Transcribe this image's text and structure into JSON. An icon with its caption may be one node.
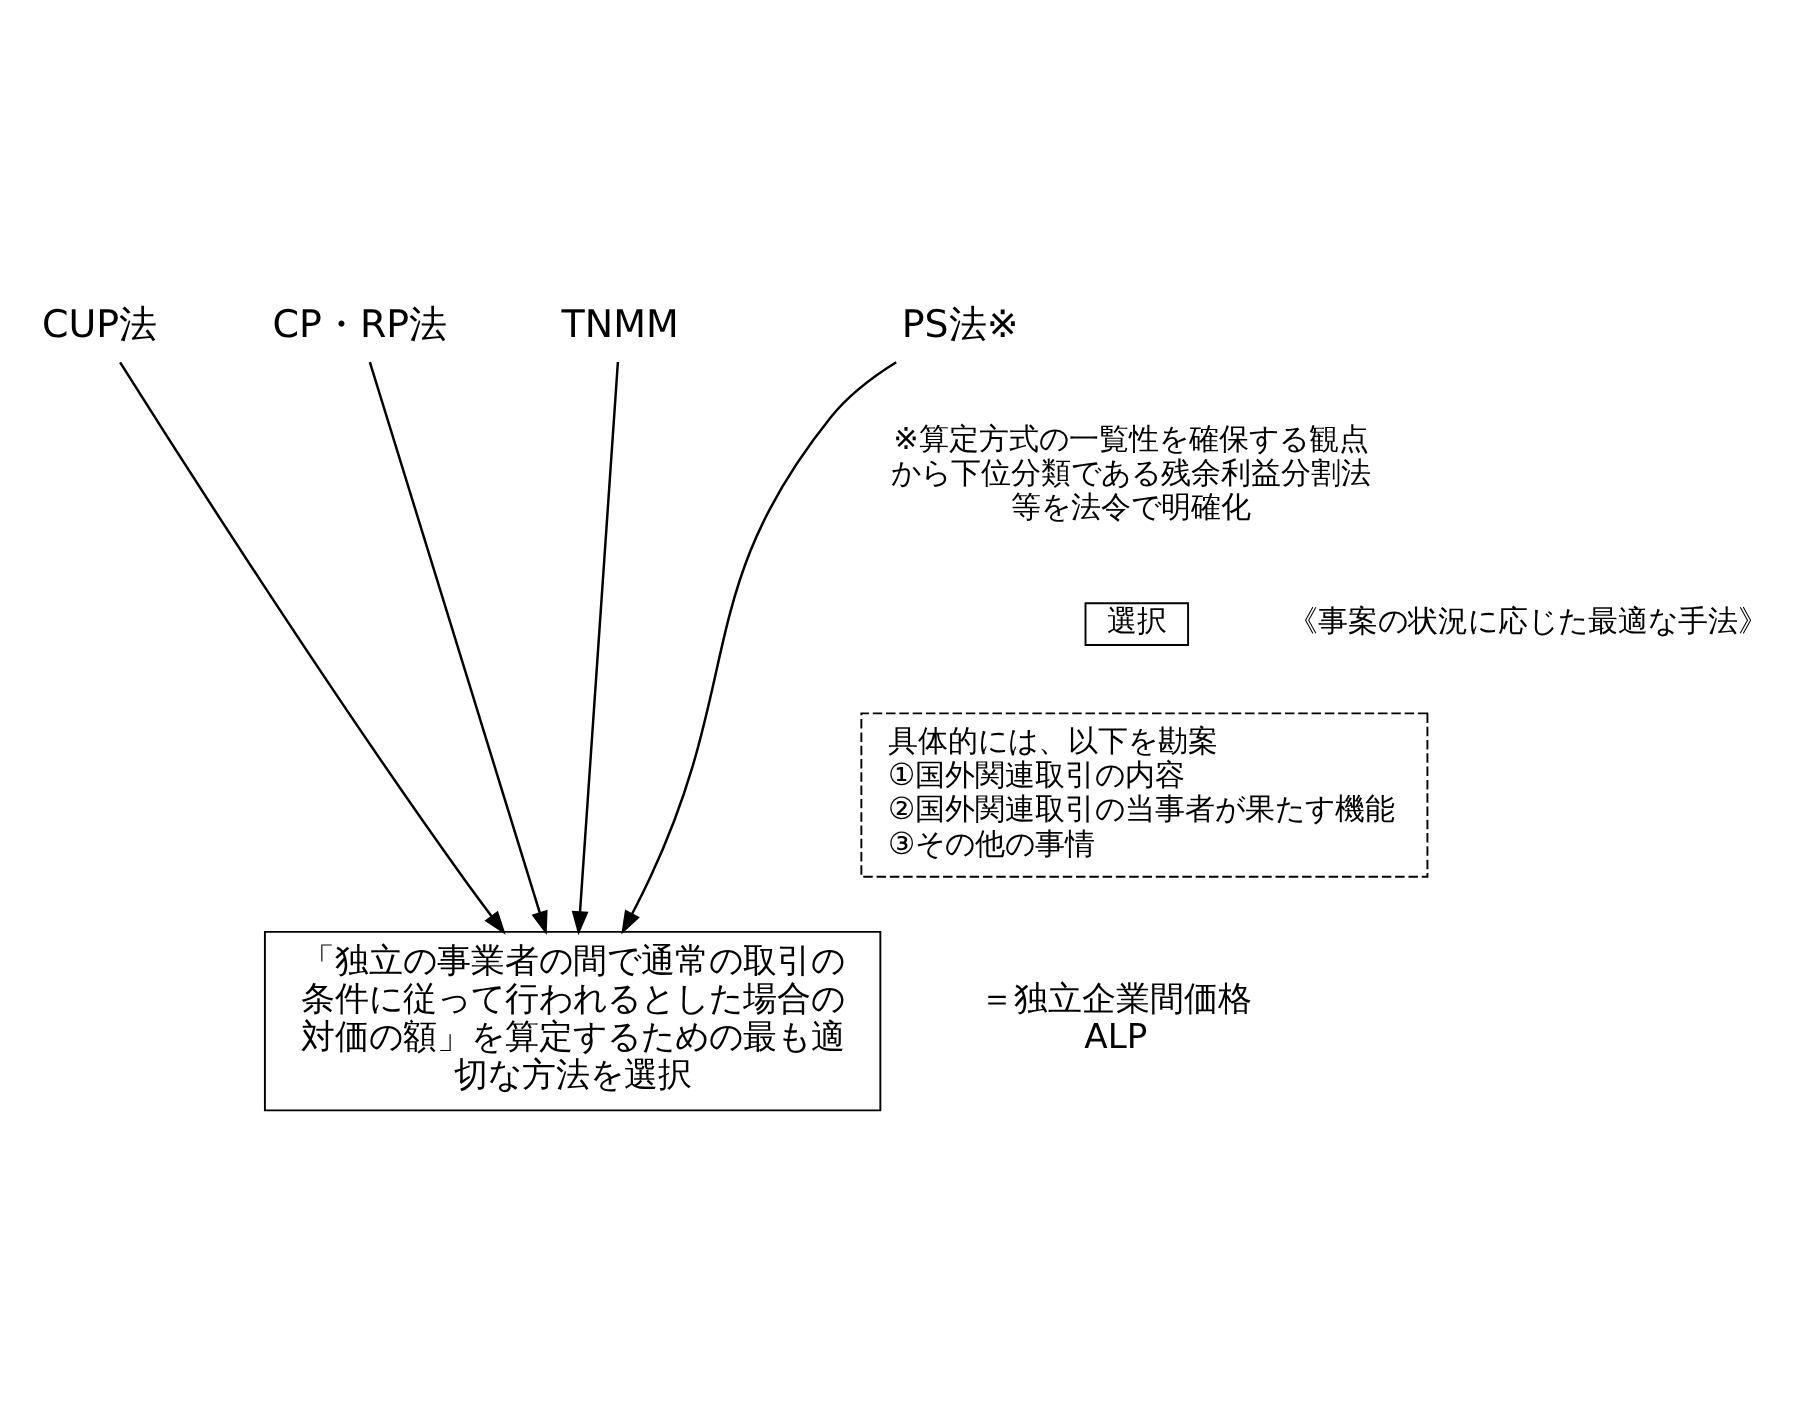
{
  "diagram": {
    "nodes": [
      {
        "text": [
          "CUP法"
        ]
      },
      {
        "text": [
          "CP・RP法"
        ]
      },
      {
        "text": [
          "TNMM"
        ]
      },
      {
        "text": [
          "PS法※"
        ]
      },
      {
        "text": [
          "選択"
        ]
      },
      {
        "text": [
          "具体的には、以下を勘案",
          "①国外関連取引の内容",
          "②国外関連取引の当事者が果たす機能",
          "③その他の事情"
        ]
      },
      {
        "text": [
          "「独立の事業者の間で通常の取引の条件に従って行われるとした場合の対価の額」を算定するための最も適切な方法を選択"
        ],
        "beside": [
          "＝独立企業間価格",
          "ALP"
        ]
      }
    ],
    "edges": [
      {
        "from": 0,
        "to": 6,
        "arrow": "to"
      },
      {
        "from": 1,
        "to": 6,
        "arrow": "to"
      },
      {
        "from": 2,
        "to": 6,
        "arrow": "to"
      },
      {
        "from": 3,
        "to": 6,
        "arrow": "to"
      }
    ],
    "labels": [
      "※算定方式の一覧性を確保する観点から下位分類である残余利益分割法等を法令で明確化",
      "《事案の状況に応じた最適な手法》"
    ]
  }
}
